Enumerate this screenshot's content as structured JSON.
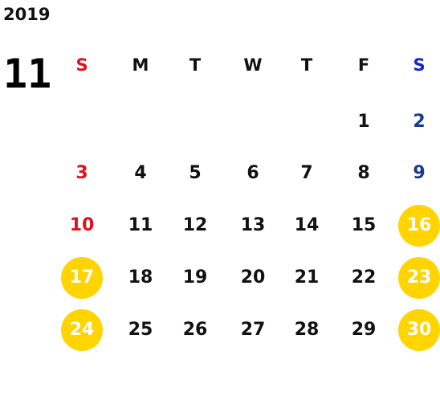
{
  "year": "2019",
  "month": "11",
  "weekdays": [
    "S",
    "M",
    "T",
    "W",
    "T",
    "F",
    "S"
  ],
  "weeks": [
    [
      "",
      "",
      "",
      "",
      "",
      "1",
      "2"
    ],
    [
      "3",
      "4",
      "5",
      "6",
      "7",
      "8",
      "9"
    ],
    [
      "10",
      "11",
      "12",
      "13",
      "14",
      "15",
      "16"
    ],
    [
      "17",
      "18",
      "19",
      "20",
      "21",
      "22",
      "23"
    ],
    [
      "24",
      "25",
      "26",
      "27",
      "28",
      "29",
      "30"
    ]
  ],
  "highlighted_days": [
    "16",
    "17",
    "23",
    "24",
    "30"
  ],
  "colors": {
    "sunday_header": "#e3101b",
    "saturday_header": "#1428c8",
    "sunday_day": "#e3101b",
    "saturday_day": "#1a3a8f",
    "weekday_text": "#111111",
    "highlight_fill": "#ffd400",
    "highlight_text": "#ffffff"
  }
}
